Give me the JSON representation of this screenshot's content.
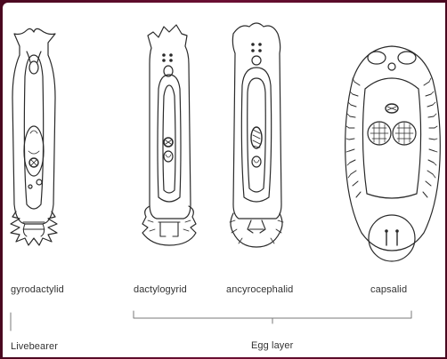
{
  "diagram": {
    "species": [
      {
        "name": "gyrodactylid"
      },
      {
        "name": "dactylogyrid"
      },
      {
        "name": "ancyrocephalid"
      },
      {
        "name": "capsalid"
      }
    ],
    "groups": {
      "livebearer": "Livebearer",
      "egg_layer": "Egg layer"
    },
    "colors": {
      "frame": "#5a0a2a",
      "background": "#ffffff",
      "ink": "#2a2a2a"
    }
  }
}
